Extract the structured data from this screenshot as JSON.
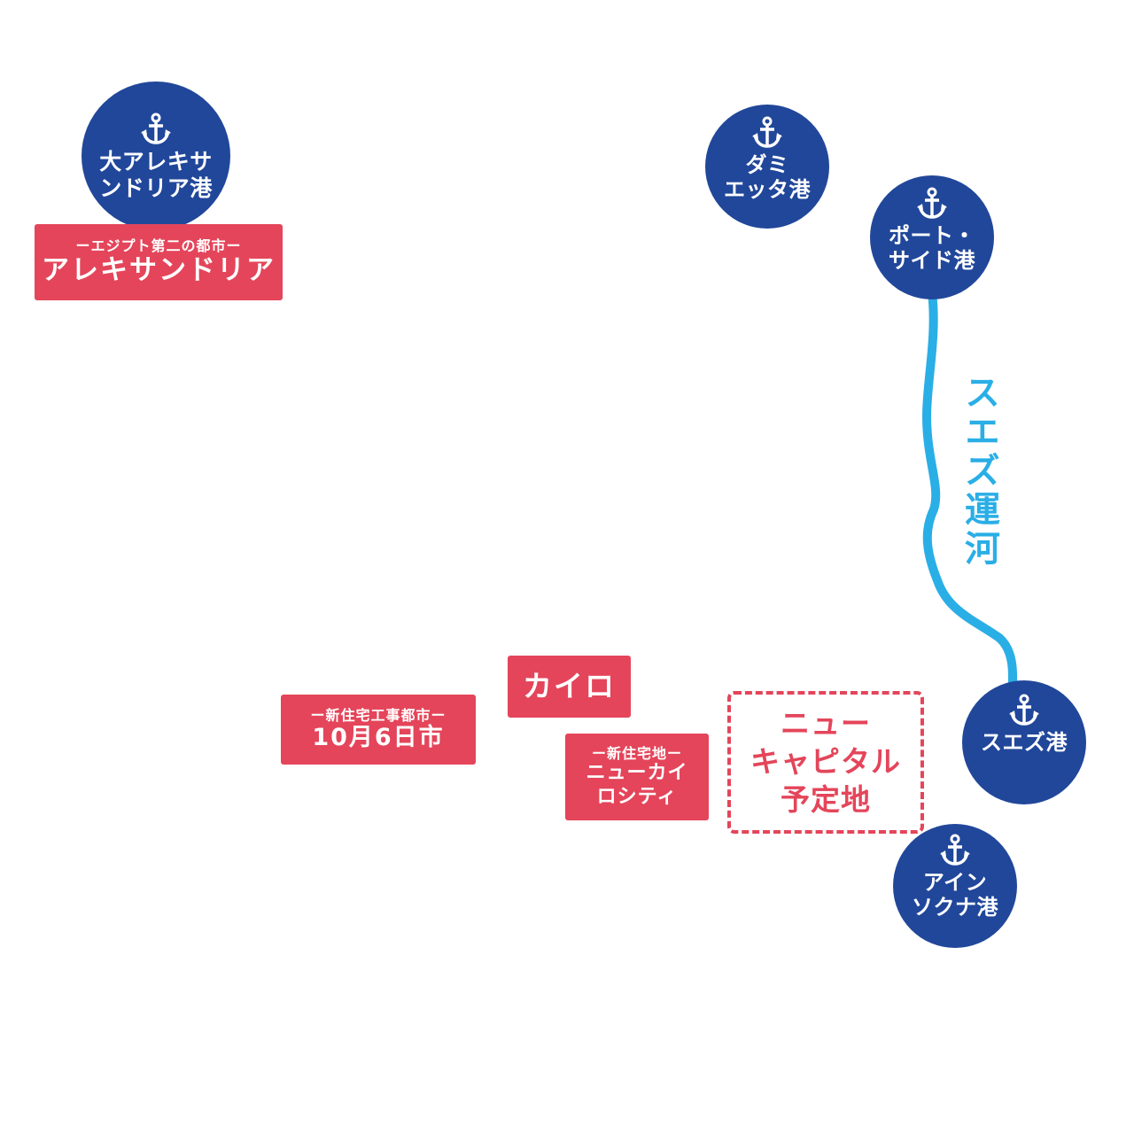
{
  "map": {
    "colors": {
      "port_fill": "#21479a",
      "city_tag_fill": "#e4455a",
      "canal": "#2aaee6",
      "text_on_dark": "#ffffff",
      "background": "#ffffff"
    },
    "ports": [
      {
        "id": "alexandria-port",
        "icon": "anchor-icon",
        "name": "大アレキサ\nンドリア港"
      },
      {
        "id": "damietta-port",
        "icon": "anchor-icon",
        "name": "ダミ\nエッタ港"
      },
      {
        "id": "port-said",
        "icon": "anchor-icon",
        "name": "ポート・\nサイド港"
      },
      {
        "id": "suez-port",
        "icon": "anchor-icon",
        "name": "スエズ港"
      },
      {
        "id": "ain-sokhna-port",
        "icon": "anchor-icon",
        "name": "アイン\nソクナ港"
      }
    ],
    "cities": {
      "alexandria": {
        "subtitle": "ーエジプト第二の都市ー",
        "name": "アレキサンドリア"
      },
      "cairo": {
        "name": "カイロ"
      },
      "sixth_of_october": {
        "subtitle": "ー新住宅工事都市ー",
        "name": "10月6日市"
      },
      "new_cairo": {
        "subtitle": "ー新住宅地ー",
        "name": "ニューカイ\nロシティ"
      },
      "new_capital": {
        "name": "ニュー\nキャピタル\n予定地"
      }
    },
    "canal": {
      "name": "スエズ運河"
    }
  }
}
